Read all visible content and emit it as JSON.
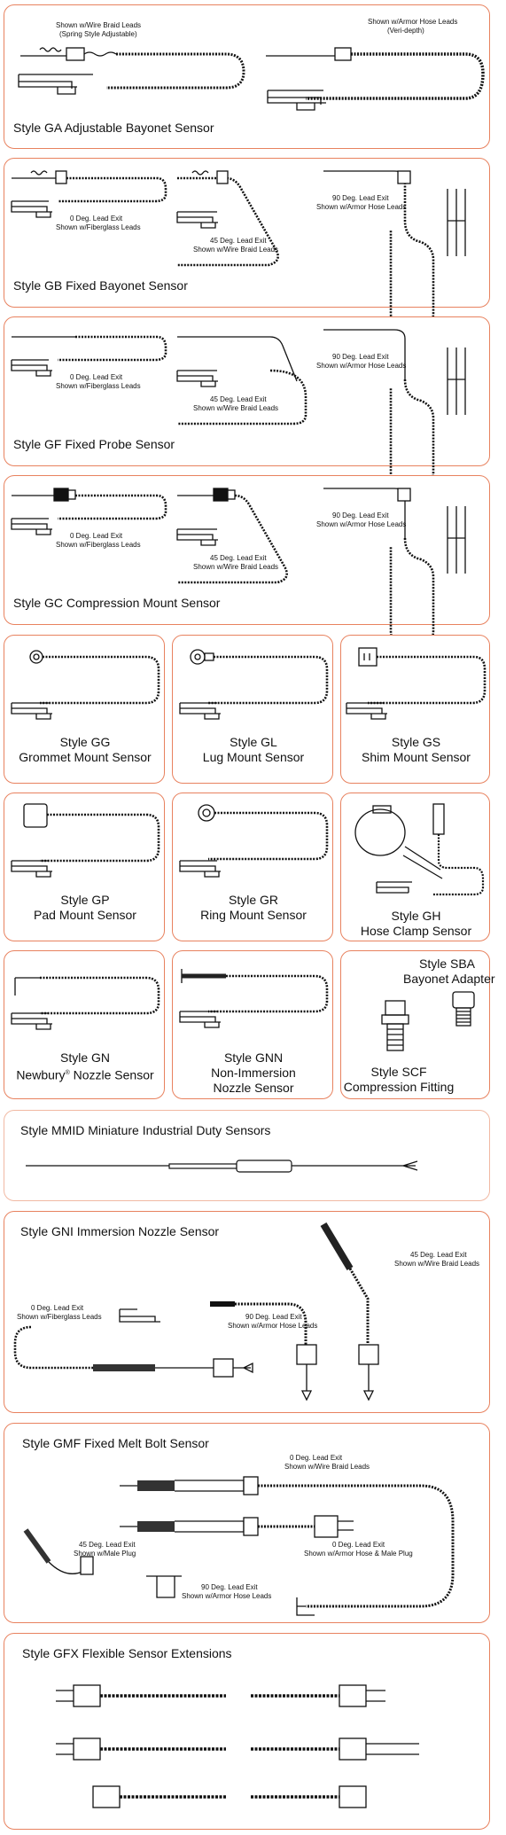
{
  "ga": {
    "title": "Style GA Adjustable Bayonet Sensor",
    "cap1a": "Shown w/Wire Braid Leads",
    "cap1b": "(Spring Style Adjustable)",
    "cap2a": "Shown w/Armor Hose Leads",
    "cap2b": "(Veri-depth)"
  },
  "gb": {
    "title": "Style GB Fixed Bayonet Sensor",
    "c0a": "0 Deg. Lead Exit",
    "c0b": "Shown w/Fiberglass Leads",
    "c45a": "45 Deg. Lead Exit",
    "c45b": "Shown w/Wire Braid Leads",
    "c90a": "90 Deg. Lead Exit",
    "c90b": "Shown w/Armor Hose Leads"
  },
  "gf": {
    "title": "Style GF Fixed Probe Sensor",
    "c0a": "0 Deg. Lead Exit",
    "c0b": "Shown w/Fiberglass Leads",
    "c45a": "45 Deg. Lead Exit",
    "c45b": "Shown w/Wire Braid Leads",
    "c90a": "90 Deg. Lead Exit",
    "c90b": "Shown w/Armor Hose Leads"
  },
  "gc": {
    "title": "Style GC Compression Mount Sensor",
    "c0a": "0 Deg. Lead Exit",
    "c0b": "Shown w/Fiberglass Leads",
    "c45a": "45 Deg. Lead Exit",
    "c45b": "Shown w/Wire Braid Leads",
    "c90a": "90 Deg. Lead Exit",
    "c90b": "Shown w/Armor Hose Leads"
  },
  "gg": {
    "l1": "Style GG",
    "l2": "Grommet Mount Sensor"
  },
  "gl": {
    "l1": "Style GL",
    "l2": "Lug Mount Sensor"
  },
  "gs": {
    "l1": "Style GS",
    "l2": "Shim Mount Sensor"
  },
  "gp": {
    "l1": "Style GP",
    "l2": "Pad Mount Sensor"
  },
  "gr": {
    "l1": "Style GR",
    "l2": "Ring Mount Sensor"
  },
  "gh": {
    "l1": "Style GH",
    "l2": "Hose Clamp Sensor"
  },
  "gn": {
    "l1": "Style GN",
    "l2a": "Newbury",
    "reg": "®",
    "l2b": " Nozzle Sensor"
  },
  "gnn": {
    "l1": "Style GNN",
    "l2": "Non-Immersion",
    "l3": "Nozzle Sensor"
  },
  "sba": {
    "l1": "Style SBA",
    "l2": "Bayonet Adapter"
  },
  "scf": {
    "l1": "Style SCF",
    "l2": "Compression Fitting"
  },
  "mmid": {
    "title": "Style MMID Miniature Industrial Duty Sensors"
  },
  "gni": {
    "title": "Style GNI Immersion Nozzle Sensor",
    "c0a": "0 Deg. Lead Exit",
    "c0b": "Shown w/Fiberglass Leads",
    "c90a": "90 Deg. Lead Exit",
    "c90b": "Shown w/Armor Hose Leads",
    "c45a": "45 Deg. Lead Exit",
    "c45b": "Shown w/Wire Braid Leads"
  },
  "gmf": {
    "title": "Style GMF Fixed Melt Bolt Sensor",
    "c0a": "0 Deg. Lead Exit",
    "c0b": "Shown w/Wire Braid Leads",
    "c0ha": "0 Deg. Lead Exit",
    "c0hb": "Shown w/Armor Hose & Male Plug",
    "c45a": "45 Deg. Lead Exit",
    "c45b": "Shown w/Male Plug",
    "c90a": "90 Deg. Lead Exit",
    "c90b": "Shown w/Armor Hose Leads"
  },
  "gfx": {
    "title": "Style GFX Flexible Sensor Extensions"
  },
  "colors": {
    "border": "#e8825f",
    "ink": "#111111"
  }
}
